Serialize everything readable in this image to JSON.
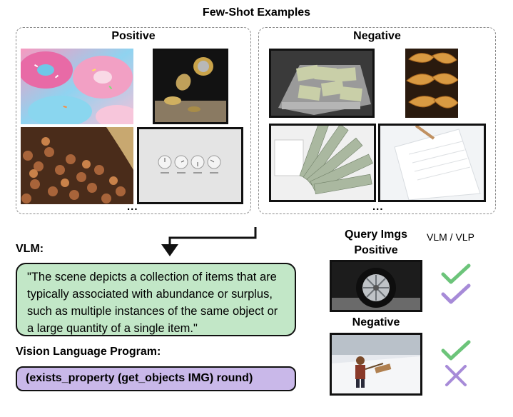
{
  "header": {
    "title": "Few-Shot Examples"
  },
  "positive_panel": {
    "label": "Positive",
    "ellipsis": "..."
  },
  "negative_panel": {
    "label": "Negative",
    "ellipsis": "..."
  },
  "vlm": {
    "label": "VLM:",
    "text": "\"The scene depicts a collection of items that are typically associated with abundance or surplus, such as multiple instances of the same object or a large quantity of a single item.\""
  },
  "program": {
    "label": "Vision Language Program:",
    "text": "(exists_property (get_objects IMG) round)"
  },
  "query": {
    "title_line1": "Query Imgs",
    "positive_label": "Positive",
    "negative_label": "Negative",
    "column_header": "VLM / VLP",
    "results": [
      {
        "image": "car-wheel",
        "vlm": "check",
        "vlp": "check"
      },
      {
        "image": "child-sled-snow",
        "vlm": "check",
        "vlp": "cross"
      }
    ]
  },
  "colors": {
    "vlm_green": "#c2e7c7",
    "vlp_purple": "#c9b8e9",
    "check_green": "#6cc47a",
    "mark_purple": "#a78bd8"
  },
  "images": {
    "positive": [
      "donuts-sprinkles",
      "falling-coins",
      "pile-of-pennies",
      "wall-clocks"
    ],
    "negative": [
      "money-briefcase",
      "croissants",
      "dollar-bills-fan",
      "notebook-pen"
    ]
  }
}
